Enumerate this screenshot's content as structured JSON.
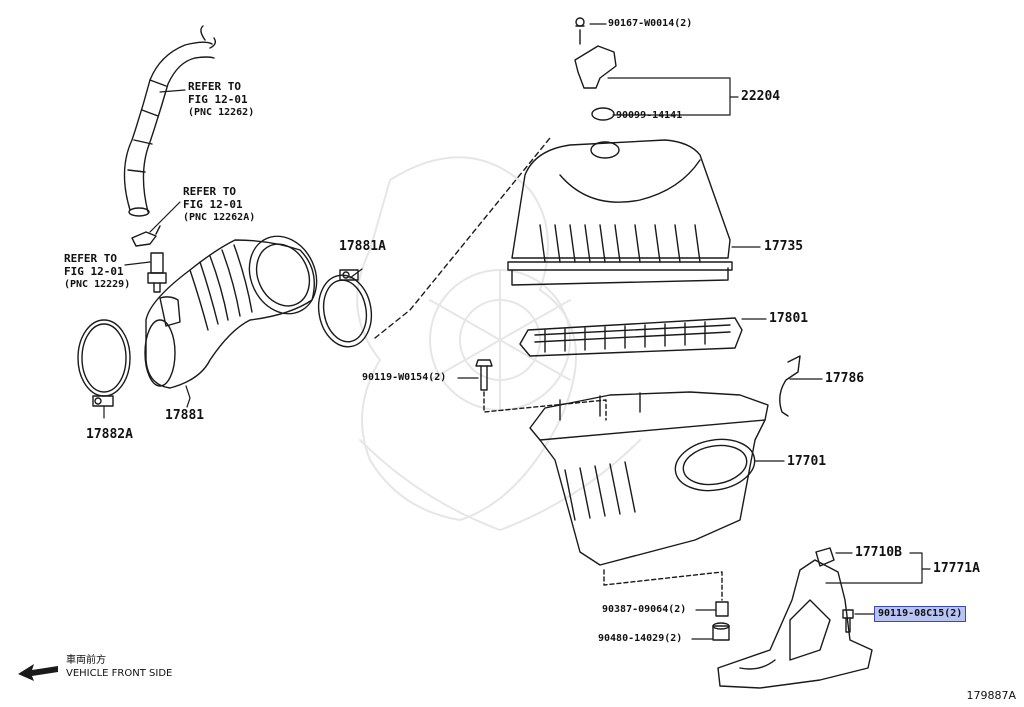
{
  "diagram": {
    "refs": [
      {
        "line1": "REFER TO",
        "line2": "FIG 12-01",
        "pnc": "(PNC 12262)"
      },
      {
        "line1": "REFER TO",
        "line2": "FIG 12-01",
        "pnc": "(PNC 12262A)"
      },
      {
        "line1": "REFER TO",
        "line2": "FIG 12-01",
        "pnc": "(PNC 12229)"
      }
    ],
    "parts": {
      "p90167": "90167-W0014(2)",
      "p22204": "22204",
      "p90099": "90099-14141",
      "p17735": "17735",
      "p17881A": "17881A",
      "p17801": "17801",
      "p90119a": "90119-W0154(2)",
      "p17786": "17786",
      "p17881": "17881",
      "p17882A": "17882A",
      "p17701": "17701",
      "p17710B": "17710B",
      "p17771A": "17771A",
      "p90119b": "90119-08C15(2)",
      "p90387": "90387-09064(2)",
      "p90480": "90480-14029(2)"
    },
    "highlight_color": "#b8c3f2",
    "nav": {
      "jp": "車両前方",
      "en": "VEHICLE FRONT SIDE",
      "icon": "arrow-left-icon"
    },
    "figure_code": "179887A"
  }
}
